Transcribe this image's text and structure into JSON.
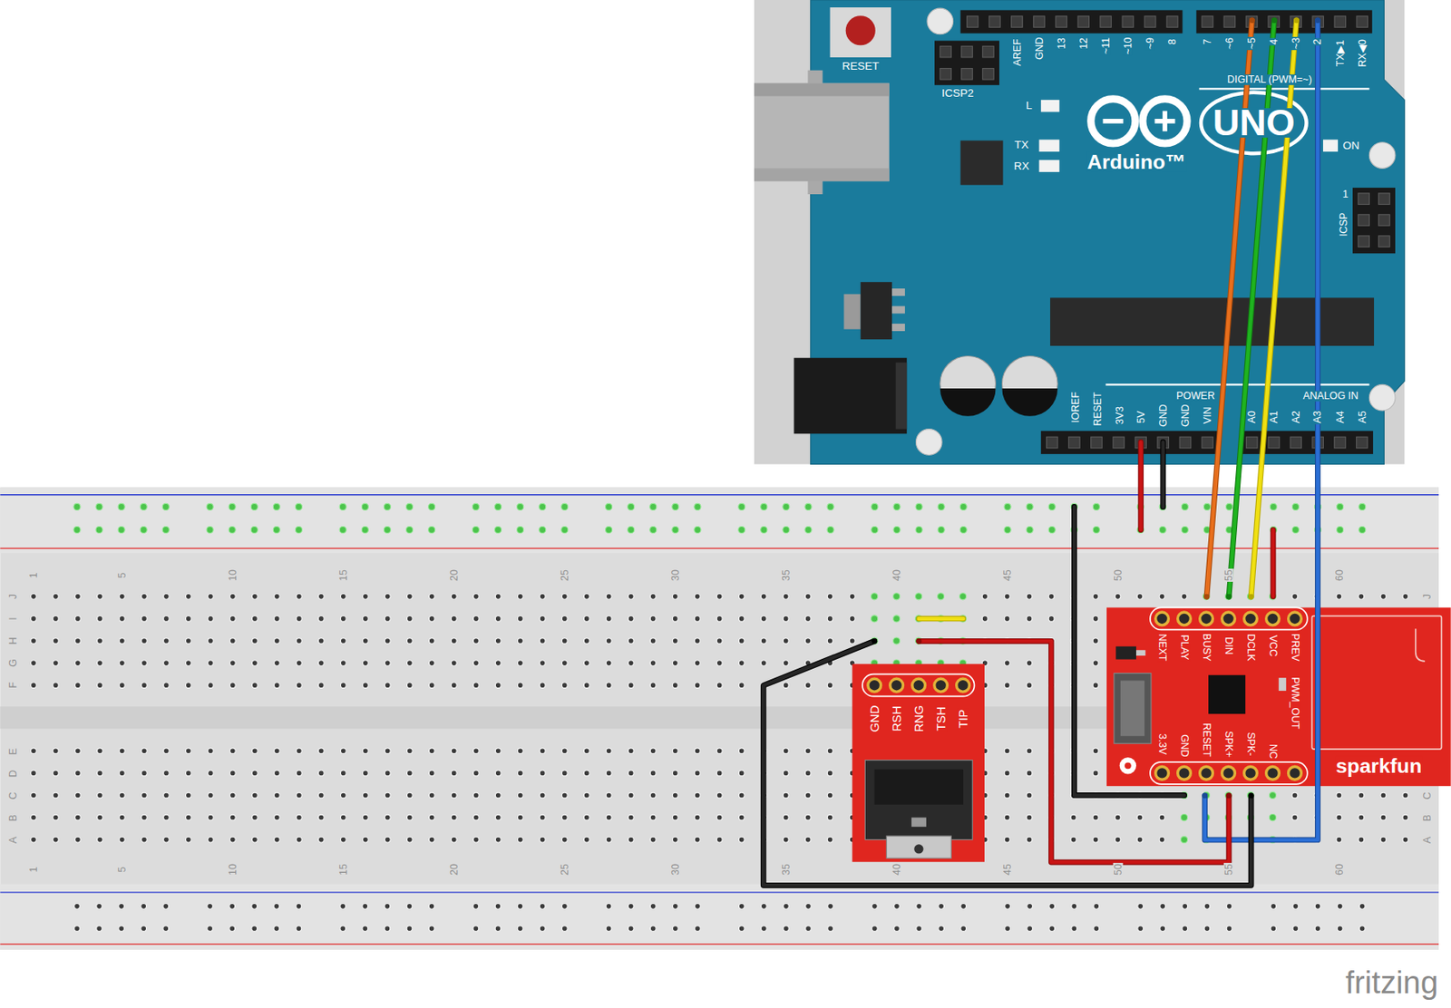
{
  "diagram": {
    "nodes": [
      {
        "text": [
          "RESET",
          "ICSP2",
          "AREF",
          "GND",
          "13",
          "12",
          "~11",
          "~10",
          "~9",
          "8",
          "7",
          "~6",
          "~5",
          "4",
          "~3",
          "2",
          "TX▶1",
          "RX◀0",
          "DIGITAL (PWM=~)",
          "L",
          "TX",
          "RX",
          "UNO",
          "Arduino™",
          "ON",
          "1",
          "ICSP",
          "IOREF",
          "RESET",
          "3V3",
          "5V",
          "GND",
          "GND",
          "VIN",
          "POWER",
          "A0",
          "A1",
          "A2",
          "A3",
          "A4",
          "A5",
          "ANALOG IN"
        ]
      },
      {
        "text": [
          "1",
          "5",
          "10",
          "15",
          "20",
          "25",
          "30",
          "35",
          "40",
          "45",
          "50",
          "55",
          "60",
          "J",
          "I",
          "H",
          "G",
          "F",
          "E",
          "D",
          "C",
          "B",
          "A",
          "J",
          "C",
          "B",
          "A",
          "1",
          "5",
          "10",
          "15",
          "20",
          "25",
          "30",
          "35",
          "40",
          "45",
          "50",
          "55",
          "60"
        ]
      },
      {
        "text": [
          "GND",
          "RSH",
          "RNG",
          "TSH",
          "TIP"
        ],
        "in": 1
      },
      {
        "text": [
          "NEXT",
          "PLAY",
          "BUSY",
          "DIN",
          "DCLK",
          "VCC",
          "PREV",
          "PWM_OUT",
          "3.3V",
          "GND",
          "RESET",
          "SPK+",
          "SPK-",
          "NC",
          "sparkfun"
        ],
        "in": 1
      }
    ],
    "edges": [
      {
        "from": 0,
        "to": 3,
        "arrow": "none"
      },
      {
        "from": 0,
        "to": 3,
        "arrow": "none"
      },
      {
        "from": 0,
        "to": 3,
        "arrow": "none"
      },
      {
        "from": 0,
        "to": 3,
        "arrow": "none"
      },
      {
        "from": 3,
        "to": 2,
        "arrow": "none"
      },
      {
        "from": 3,
        "to": 2,
        "arrow": "none"
      }
    ],
    "labels": [
      "fritzing"
    ]
  }
}
